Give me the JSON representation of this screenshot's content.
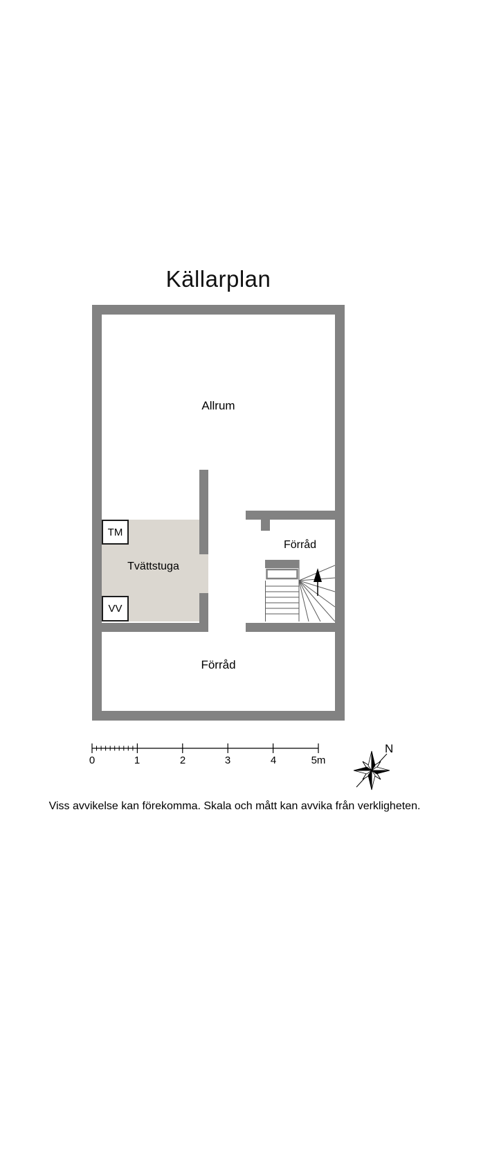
{
  "title": "Källarplan",
  "rooms": {
    "allrum": {
      "label": "Allrum"
    },
    "tm": {
      "label": "TM"
    },
    "tvattstuga": {
      "label": "Tvättstuga"
    },
    "vv": {
      "label": "VV"
    },
    "forrad_right": {
      "label": "Förråd"
    },
    "forrad_bottom": {
      "label": "Förråd"
    }
  },
  "scale_bar": {
    "labels": [
      "0",
      "1",
      "2",
      "3",
      "4",
      "5m"
    ]
  },
  "compass": {
    "north_label": "N"
  },
  "disclaimer": "Viss avvikelse kan förekomma. Skala och mått kan avvika från verkligheten.",
  "colors": {
    "wall": "#828282",
    "laundry_floor": "#dbd7d0",
    "text": "#000000"
  }
}
